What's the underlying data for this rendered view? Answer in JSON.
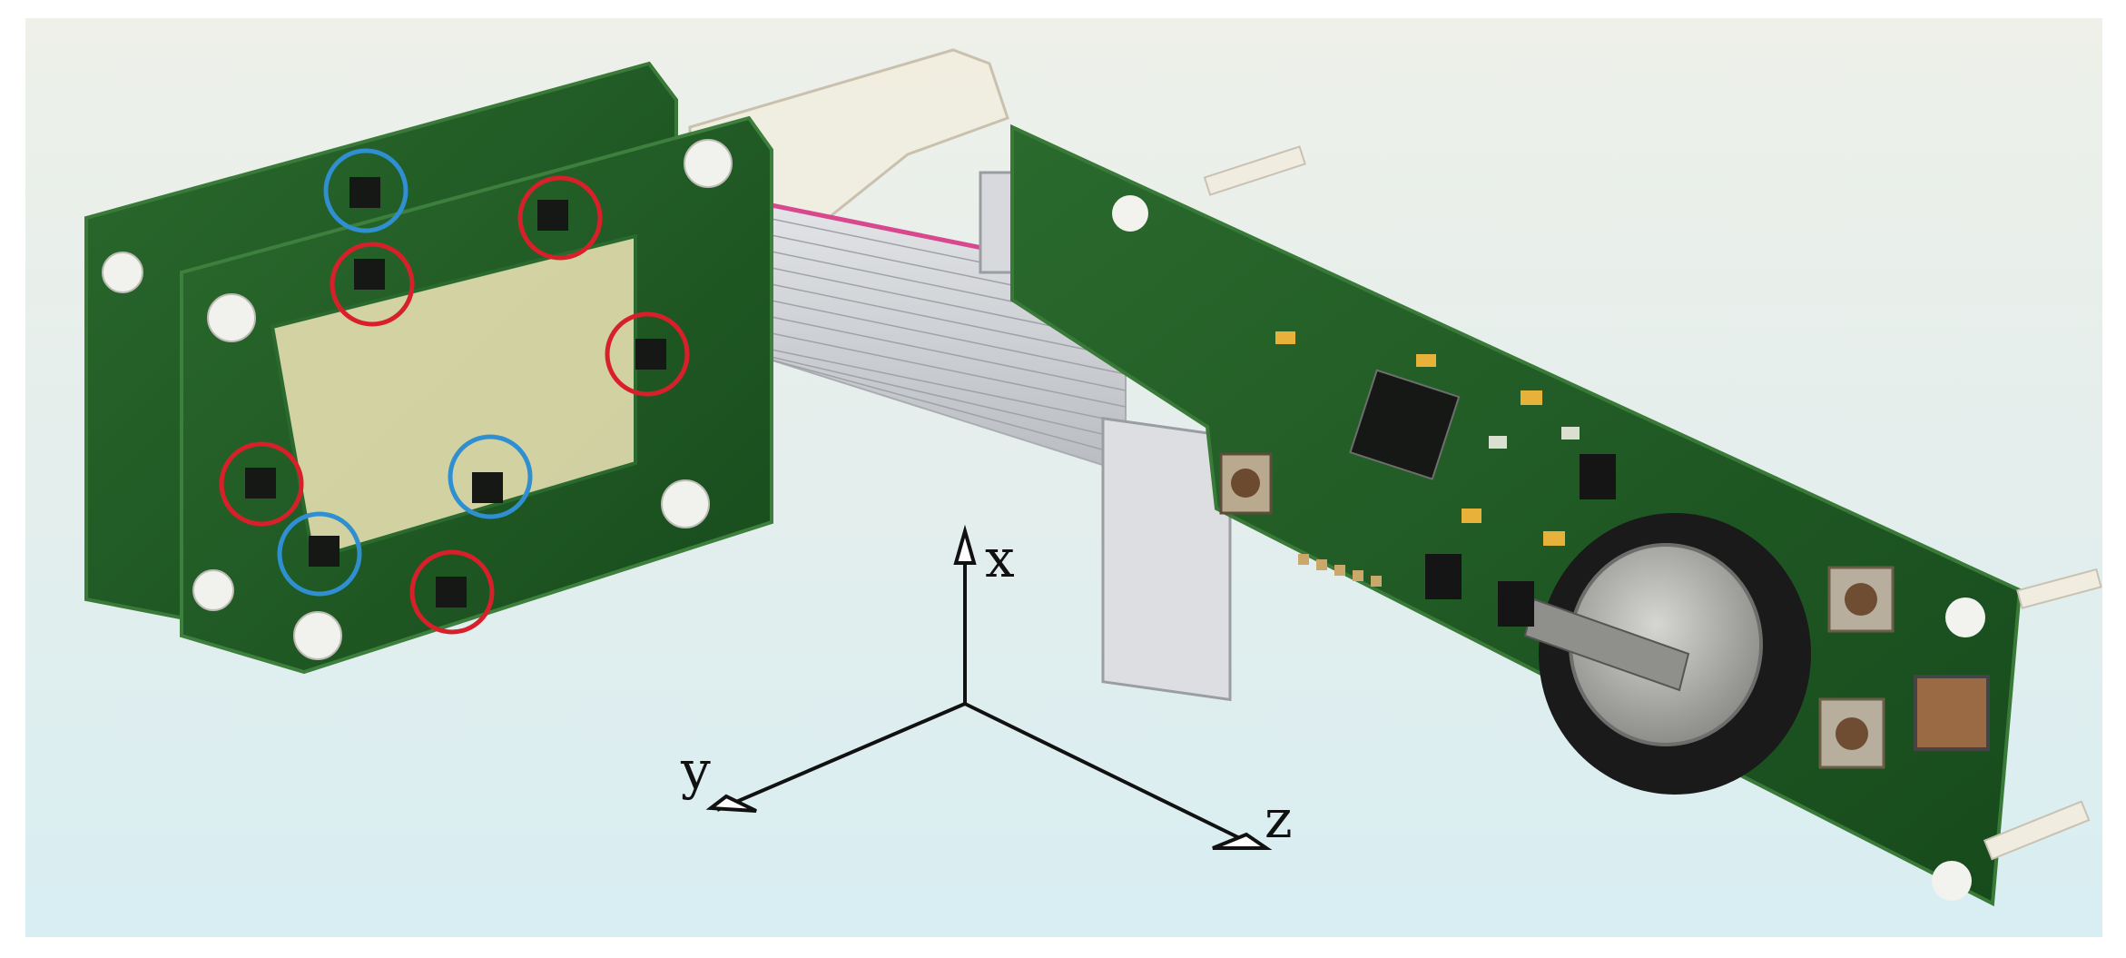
{
  "axes": {
    "x_label": "x",
    "y_label": "y",
    "z_label": "z"
  },
  "markers": {
    "red_circle_color": "#d8202a",
    "blue_circle_color": "#2f8fd0"
  },
  "colors": {
    "background": "#e6f1f1",
    "pcb_green": "#1f5a26",
    "pcb_edge": "#2d6d2f",
    "ribbon_cable": "#cfd2d6",
    "battery_black": "#1a1a1a"
  }
}
